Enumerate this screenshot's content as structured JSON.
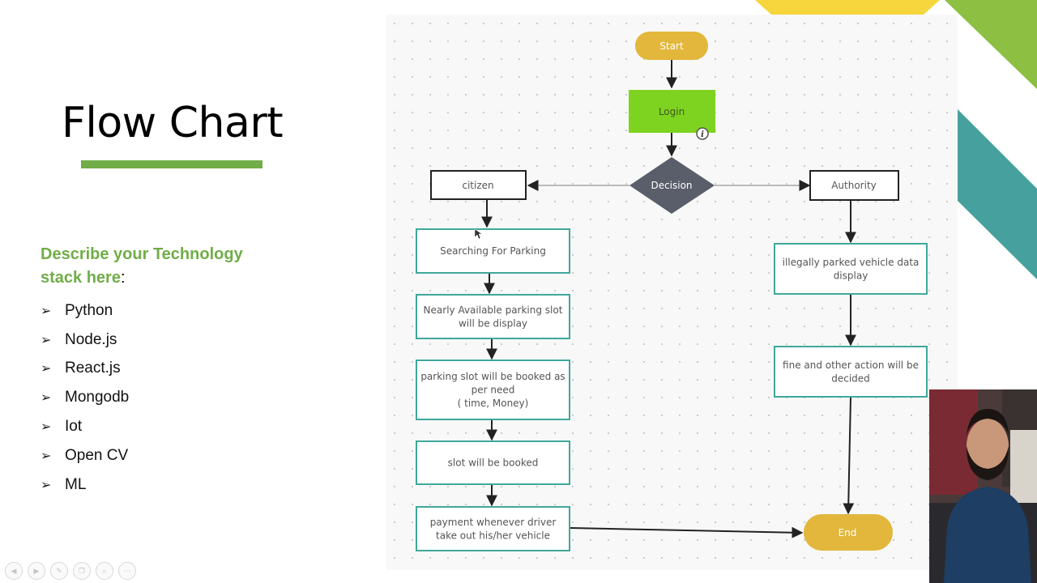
{
  "slide": {
    "title": "Flow Chart",
    "stack_heading": "Describe your Technology stack here",
    "stack_heading_suffix": ":",
    "bullet_glyph": "➢",
    "stack_items": [
      "Python",
      "Node.js",
      "React.js",
      "Mongodb",
      "Iot",
      "Open CV",
      "ML"
    ]
  },
  "colors": {
    "accent_green": "#70ad47",
    "node_gold": "#e2b73b",
    "login_green": "#7ed321",
    "decision_gray": "#5a5e6a",
    "box_teal": "#3fa89a",
    "deco_yellow": "#f7d53c",
    "deco_green": "#8cbf42",
    "deco_teal": "#46a19e"
  },
  "flowchart": {
    "start": "Start",
    "login": "Login",
    "decision": "Decision",
    "citizen": "citizen",
    "authority": "Authority",
    "end": "End",
    "citizen_steps": [
      [
        "Searching For Parking"
      ],
      [
        "Nearly Available parking slot",
        "will be display"
      ],
      [
        "parking slot will be booked as",
        "per need",
        "( time, Money)"
      ],
      [
        "slot will be booked"
      ],
      [
        "payment whenever driver",
        "take out his/her vehicle"
      ]
    ],
    "authority_steps": [
      [
        "illegally parked vehicle data",
        "display"
      ],
      [
        "fine and other action will be",
        "decided"
      ]
    ],
    "info_badge": "i"
  },
  "icons": {
    "info": "info-icon",
    "player_controls": [
      "prev-icon",
      "next-icon",
      "pen-icon",
      "copy-icon",
      "zoom-icon",
      "more-icon"
    ]
  }
}
